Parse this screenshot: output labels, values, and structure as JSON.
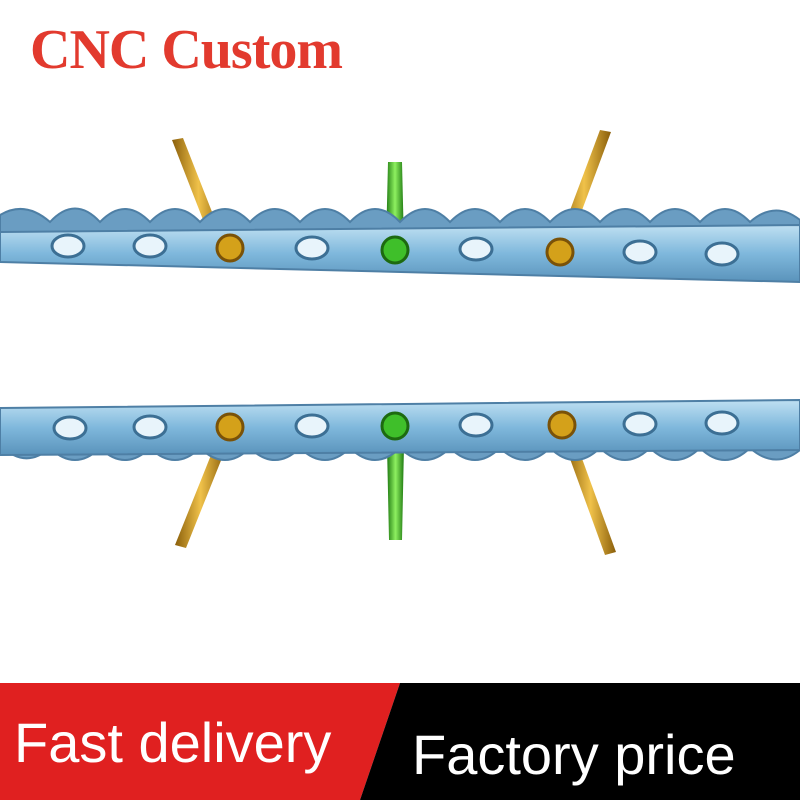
{
  "headline": {
    "text": "CNC Custom",
    "color": "#e23a2e"
  },
  "banner": {
    "left_label": "Fast delivery",
    "right_label": "Factory price",
    "left_color": "#e02020",
    "right_color": "#000000"
  },
  "product": {
    "item": "bone plate with screws",
    "plate_color": "#7fb8dc",
    "screw_colors": [
      "#d4a11a",
      "#3fbf2a",
      "#d4a11a"
    ]
  }
}
